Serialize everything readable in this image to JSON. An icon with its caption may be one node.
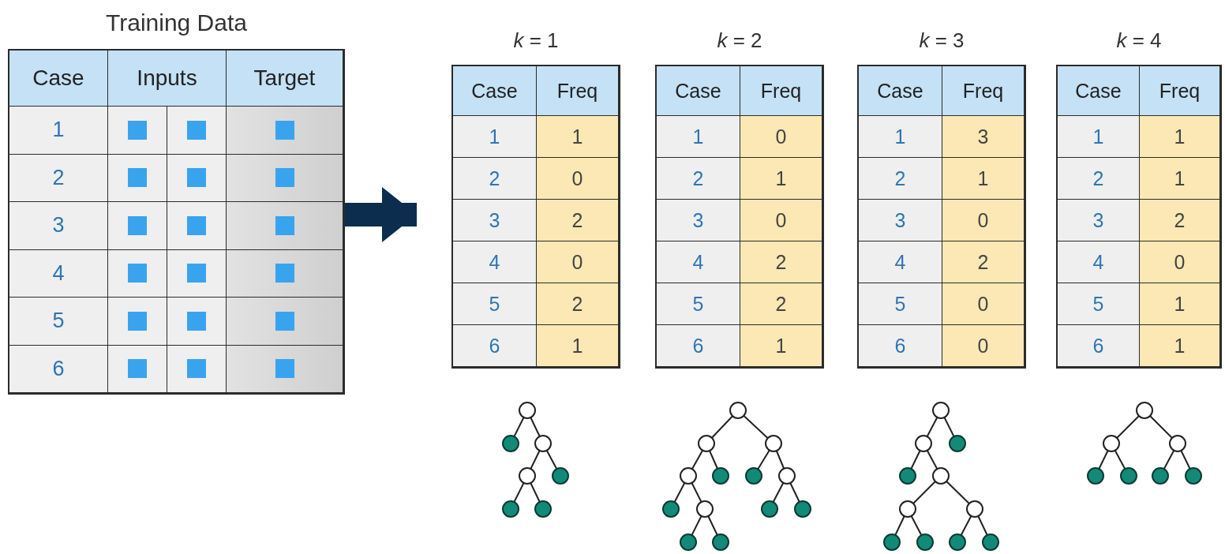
{
  "diagram": {
    "nodes": [
      {
        "text": [
          "Training Data",
          "Case",
          "Inputs",
          "Target",
          "1",
          "2",
          "3",
          "4",
          "5",
          "6"
        ]
      },
      {
        "text": [
          "*k* = 1",
          "Case",
          "Freq",
          "1",
          "1",
          "2",
          "0",
          "3",
          "2",
          "4",
          "0",
          "5",
          "2",
          "6",
          "1"
        ]
      },
      {
        "text": [
          "*k* = 2",
          "Case",
          "Freq",
          "1",
          "0",
          "2",
          "1",
          "3",
          "0",
          "4",
          "2",
          "5",
          "2",
          "6",
          "1"
        ]
      },
      {
        "text": [
          "*k* = 3",
          "Case",
          "Freq",
          "1",
          "3",
          "2",
          "1",
          "3",
          "0",
          "4",
          "2",
          "5",
          "0",
          "6",
          "0"
        ]
      },
      {
        "text": [
          "*k* = 4",
          "Case",
          "Freq",
          "1",
          "1",
          "2",
          "1",
          "3",
          "2",
          "4",
          "0",
          "5",
          "1",
          "6",
          "1"
        ]
      }
    ],
    "edges": [
      {
        "from": 0,
        "to": 1,
        "arrow": "to"
      }
    ]
  }
}
